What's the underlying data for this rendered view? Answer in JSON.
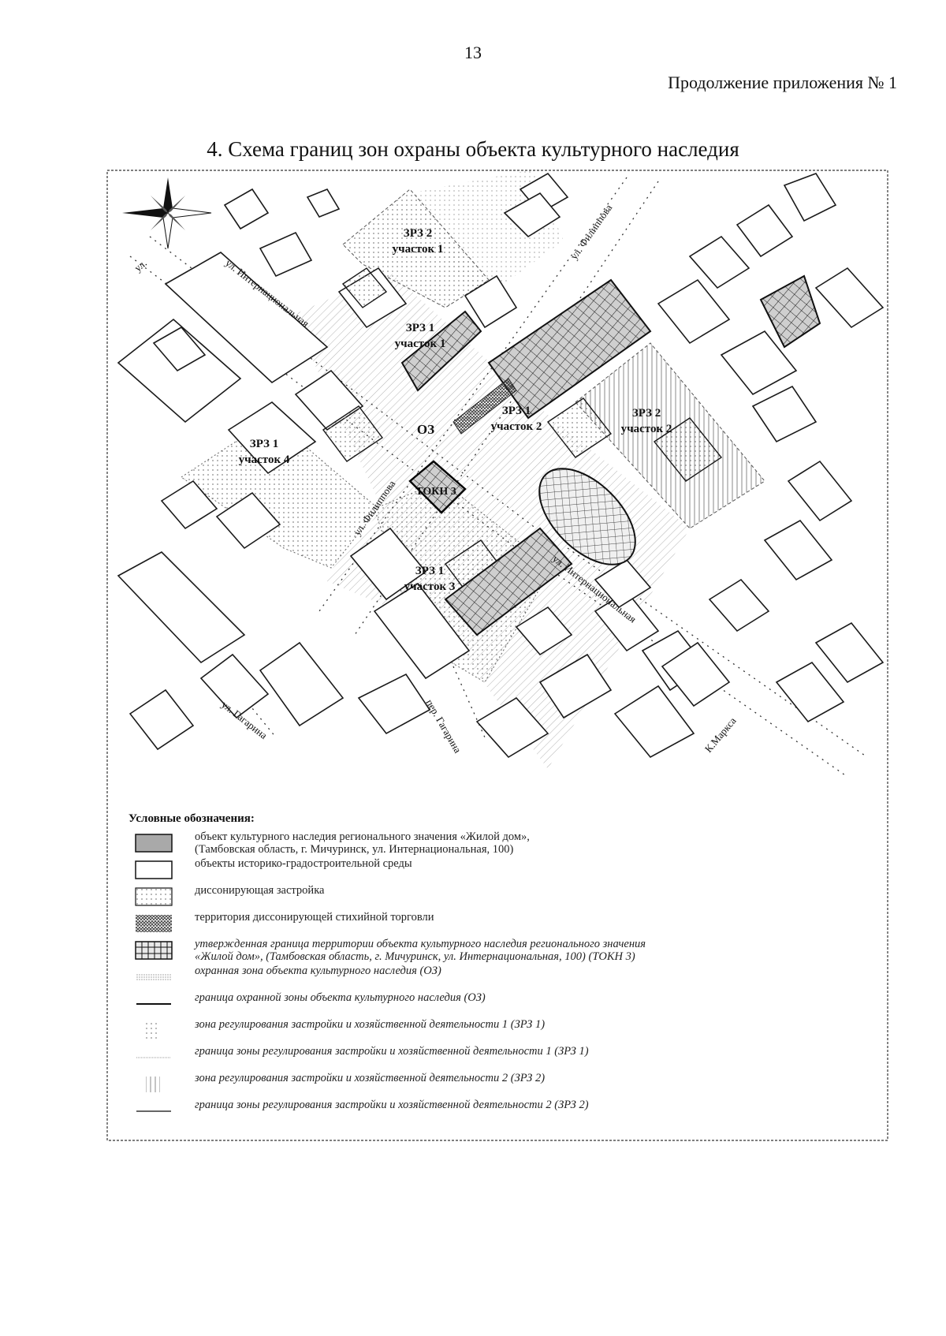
{
  "header": {
    "page_number": "13",
    "appendix_note": "Продолжение приложения № 1"
  },
  "title": "4. Схема границ зон охраны объекта культурного наследия",
  "map": {
    "zone_labels": {
      "rz2_1": [
        "ЗРЗ 2",
        "участок 1"
      ],
      "rz1_1": [
        "ЗРЗ 1",
        "участок 1"
      ],
      "oz": "ОЗ",
      "rz1_2": [
        "ЗРЗ 1",
        "участок 2"
      ],
      "rz2_2": [
        "ЗРЗ 2",
        "участок 2"
      ],
      "rz1_4": [
        "ЗРЗ 1",
        "участок 4"
      ],
      "tokn": "ТОКН 3",
      "rz1_3": [
        "ЗРЗ 1",
        "участок 3"
      ]
    },
    "street_labels": {
      "filippova_ne": "ул. Филиппова",
      "internatsionalnaya_nw": "ул. Интернациональная",
      "filippova_sw": "ул. Филиппова",
      "internatsionalnaya_se": "ул. Интернациональная",
      "gagarina_ul": "ул. Гагарина",
      "gagarina_per": "пер. Гагарина",
      "k_marksa": "К.Маркса",
      "ul_fragment": "ул."
    }
  },
  "legend": {
    "heading": "Условные обозначения:",
    "items": [
      {
        "swatch": "heritage-object",
        "lines": [
          "объект культурного наследия регионального значения «Жилой дом»,",
          "(Тамбовская область, г. Мичуринск, ул. Интернациональная, 100)"
        ]
      },
      {
        "swatch": "historic-environment",
        "lines": [
          "объекты историко-градостроительной среды"
        ]
      },
      {
        "swatch": "dissonant-building",
        "lines": [
          "диссонирующая застройка"
        ]
      },
      {
        "swatch": "dissonant-trade",
        "lines": [
          "территория диссонирующей стихийной торговли"
        ]
      },
      {
        "swatch": "heritage-territory",
        "lines": [
          "утвержденная граница территории объекта культурного наследия регионального значения",
          "«Жилой дом», (Тамбовская область, г. Мичуринск, ул. Интернациональная, 100) (ТОКН 3)"
        ]
      },
      {
        "swatch": "protection-zone",
        "lines": [
          "охранная зона объекта культурного наследия (ОЗ)"
        ]
      },
      {
        "swatch": "protection-zone-border",
        "lines": [
          "граница охранной зоны объекта культурного наследия (ОЗ)"
        ]
      },
      {
        "swatch": "zrz1",
        "lines": [
          "зона регулирования застройки и хозяйственной деятельности 1 (ЗРЗ 1)"
        ]
      },
      {
        "swatch": "zrz1-border",
        "lines": [
          "граница зоны регулирования застройки и хозяйственной деятельности 1 (ЗРЗ 1)"
        ]
      },
      {
        "swatch": "zrz2",
        "lines": [
          "зона регулирования застройки и хозяйственной деятельности 2 (ЗРЗ 2)"
        ]
      },
      {
        "swatch": "zrz2-border",
        "lines": [
          "граница зоны регулирования застройки и хозяйственной деятельности 2 (ЗРЗ 2)"
        ]
      }
    ]
  }
}
